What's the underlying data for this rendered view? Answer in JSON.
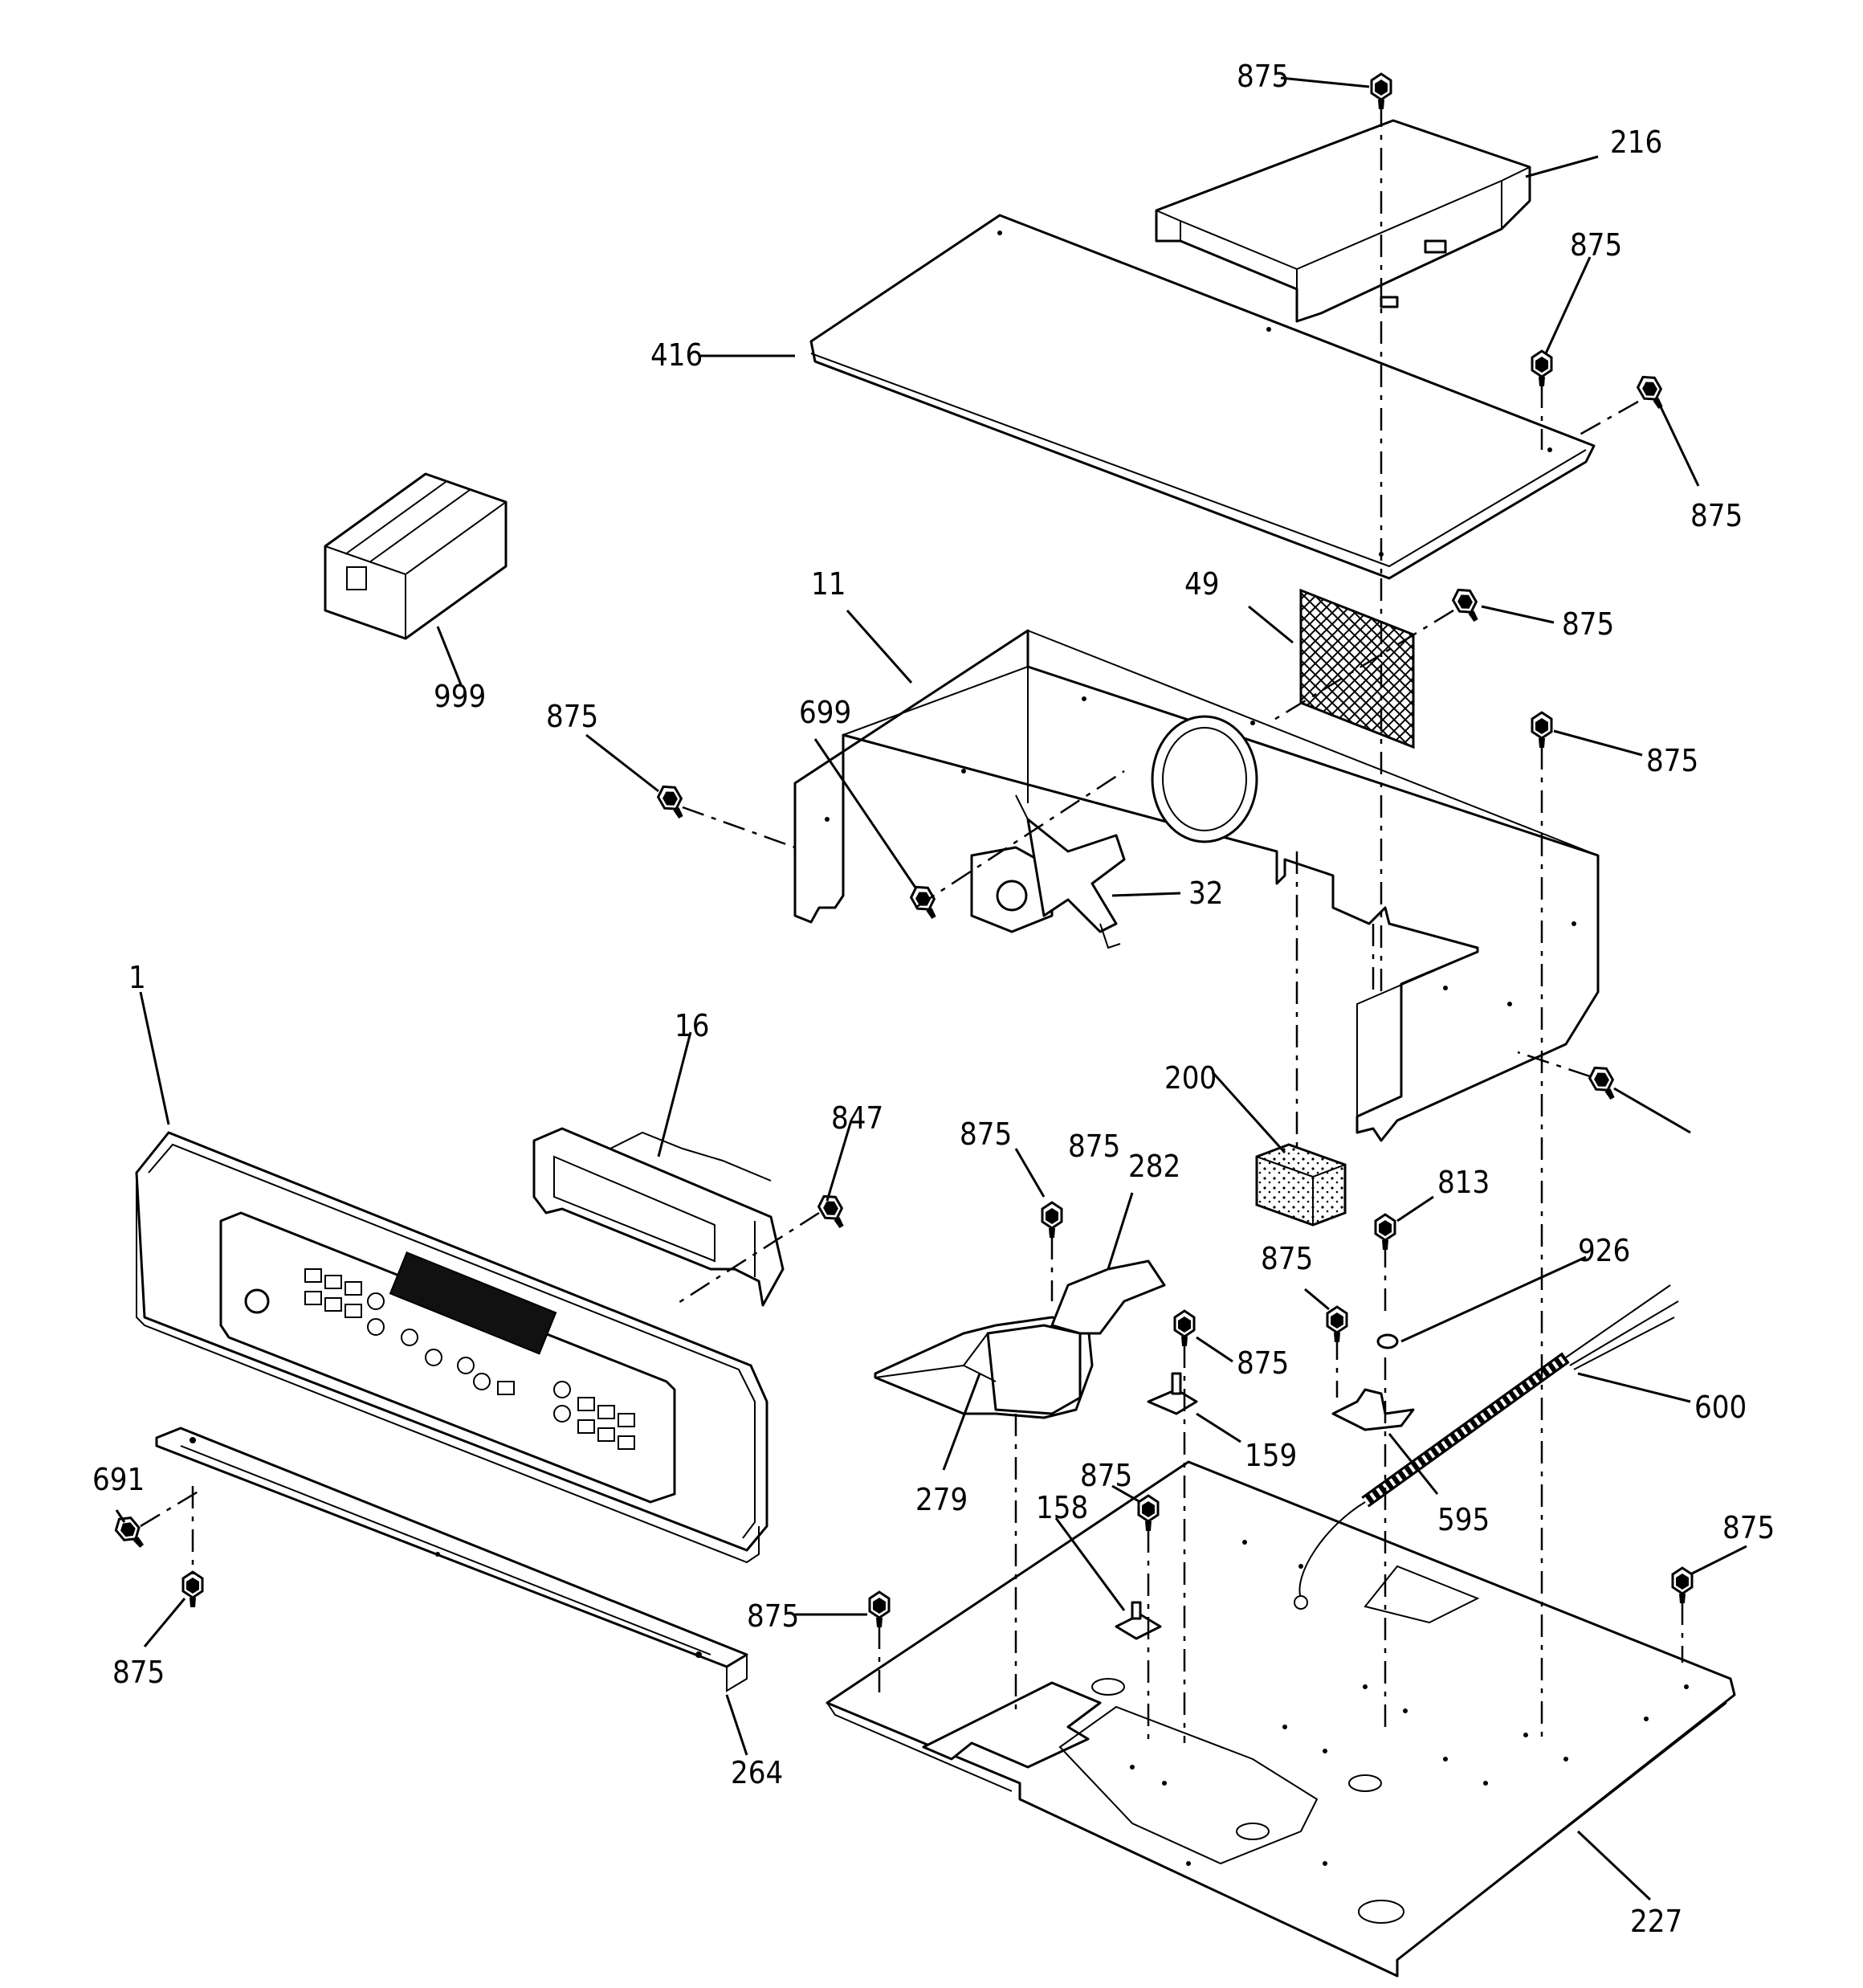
{
  "callouts": {
    "c875_a": "875",
    "c216": "216",
    "c875_b": "875",
    "c416": "416",
    "c875_c": "875",
    "c999": "999",
    "c11": "11",
    "c49": "49",
    "c875_d": "875",
    "c875_e": "875",
    "c699": "699",
    "c875_f": "875",
    "c32": "32",
    "c1": "1",
    "c16": "16",
    "c200": "200",
    "c847": "847",
    "c875_g": "875",
    "c282": "282",
    "c813": "813",
    "c875_h": "875",
    "c926": "926",
    "c875_i": "875",
    "c875_j": "875",
    "c600": "600",
    "c159": "159",
    "c691": "691",
    "c279": "279",
    "c875_k": "875",
    "c158": "158",
    "c595": "595",
    "c875_l": "875",
    "c875_m": "875",
    "c875_n": "875",
    "c264": "264",
    "c227": "227"
  }
}
